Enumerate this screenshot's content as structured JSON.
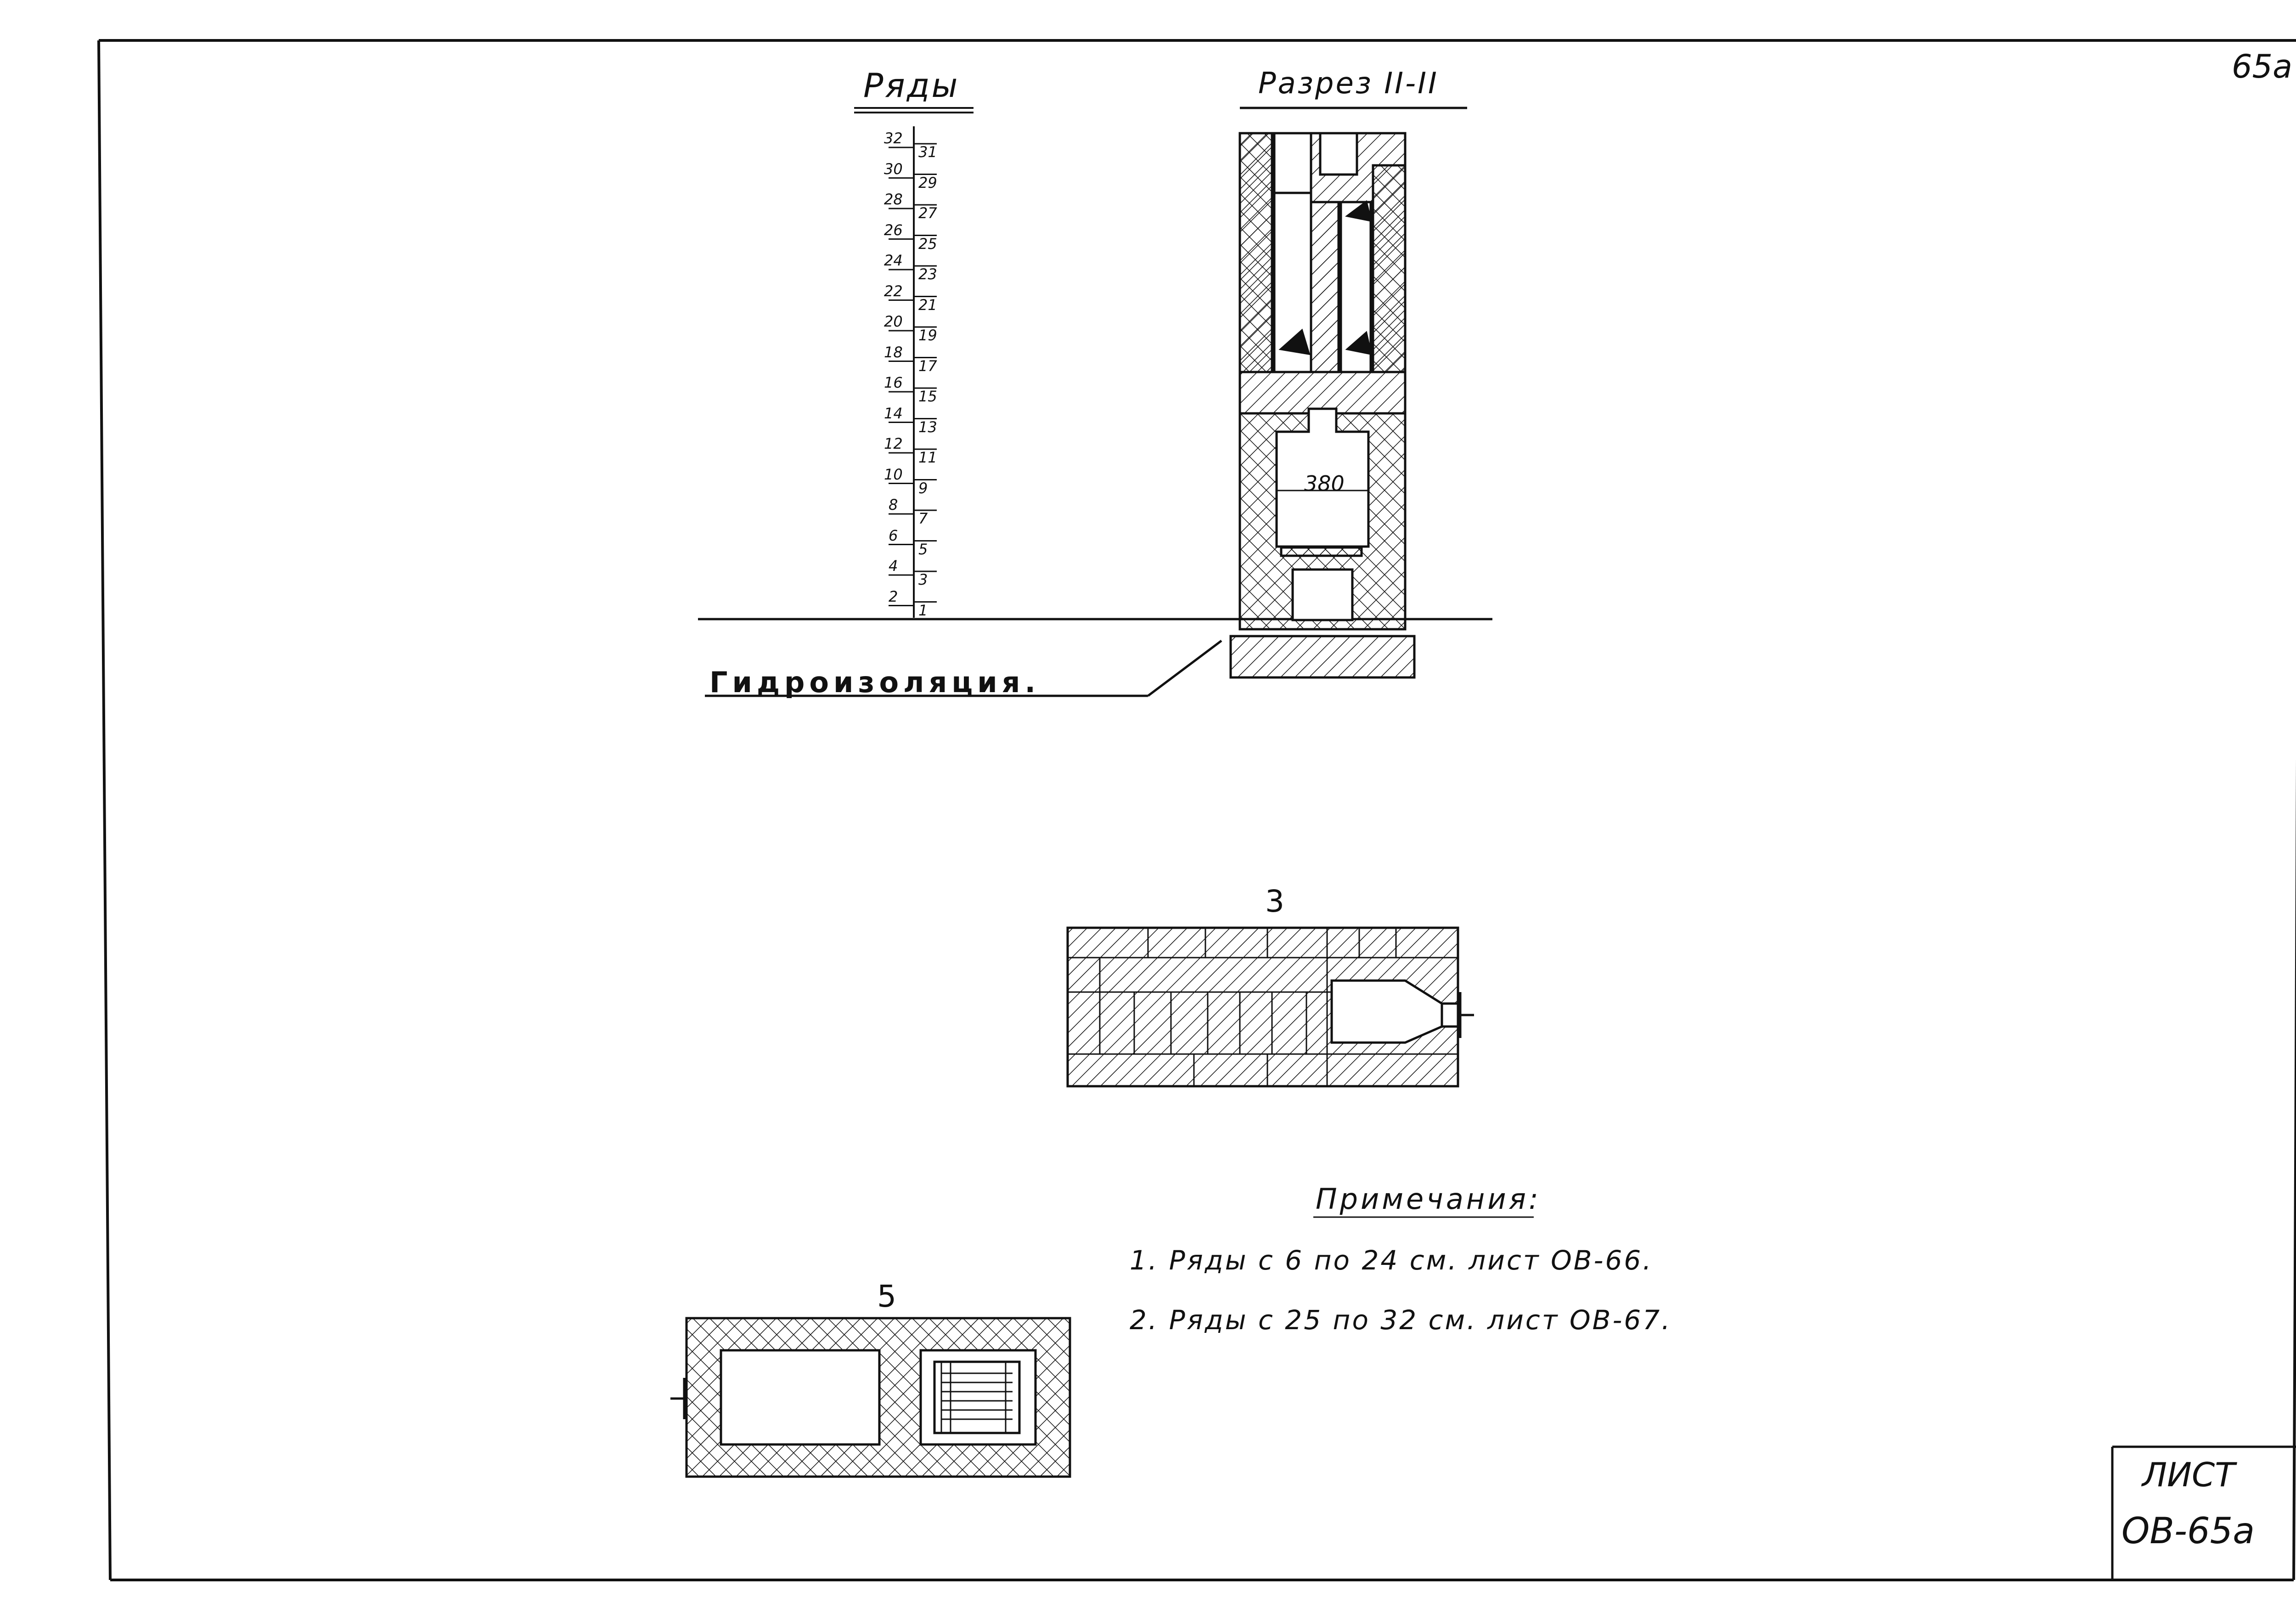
{
  "page_number": "65а",
  "rows_title": "Ряды",
  "section_title": "Разрез II-II",
  "row_numbers_left": [
    "32",
    "30",
    "28",
    "26",
    "24",
    "22",
    "20",
    "18",
    "16",
    "14",
    "12",
    "10",
    "8",
    "6",
    "4",
    "2"
  ],
  "row_numbers_right": [
    "31",
    "29",
    "27",
    "25",
    "23",
    "21",
    "19",
    "17",
    "15",
    "13",
    "11",
    "9",
    "7",
    "5",
    "3",
    "1"
  ],
  "waterproofing_label": "Гидроизоляция.",
  "dimension_label": "380",
  "plan_3_label": "3",
  "plan_5_label": "5",
  "notes": {
    "title": "Примечания:",
    "items": [
      "1. Ряды с 6 по 24 см. лист ОВ-66.",
      "2. Ряды с 25 по 32 см. лист ОВ-67."
    ]
  },
  "title_block": {
    "sheet_label": "ЛИСТ",
    "sheet_code": "ОВ-65а"
  },
  "colors": {
    "ink": "#111111",
    "paper": "#ffffff"
  }
}
